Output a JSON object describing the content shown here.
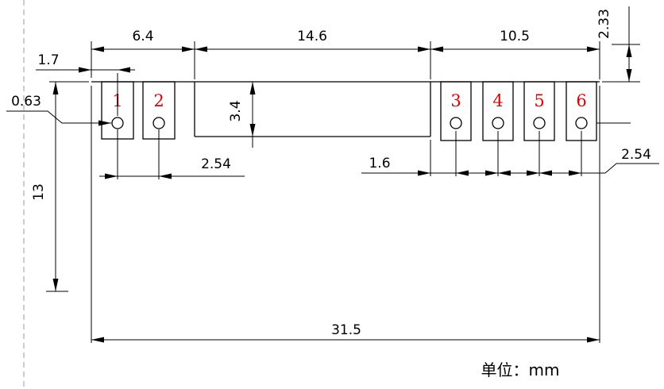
{
  "title": "module-footprint-dimension-drawing",
  "unit": {
    "label": "单位：mm"
  },
  "pads": {
    "labels": [
      "1",
      "2",
      "3",
      "4",
      "5",
      "6"
    ]
  },
  "dimensions": {
    "top_left_width": "6.4",
    "top_middle_width": "14.6",
    "top_right_width": "10.5",
    "edge_to_hole1": "1.7",
    "hole_diameter": "0.63",
    "middle_section_height": "3.4",
    "left_hole_pitch": "2.54",
    "body_height": "13",
    "edge_to_hole3": "1.6",
    "right_hole_pitch": "2.54",
    "total_width": "31.5",
    "top_right_offset": "2.33"
  },
  "colors": {
    "line": "#000000",
    "pad_number": "#e00000",
    "background": "#ffffff"
  }
}
